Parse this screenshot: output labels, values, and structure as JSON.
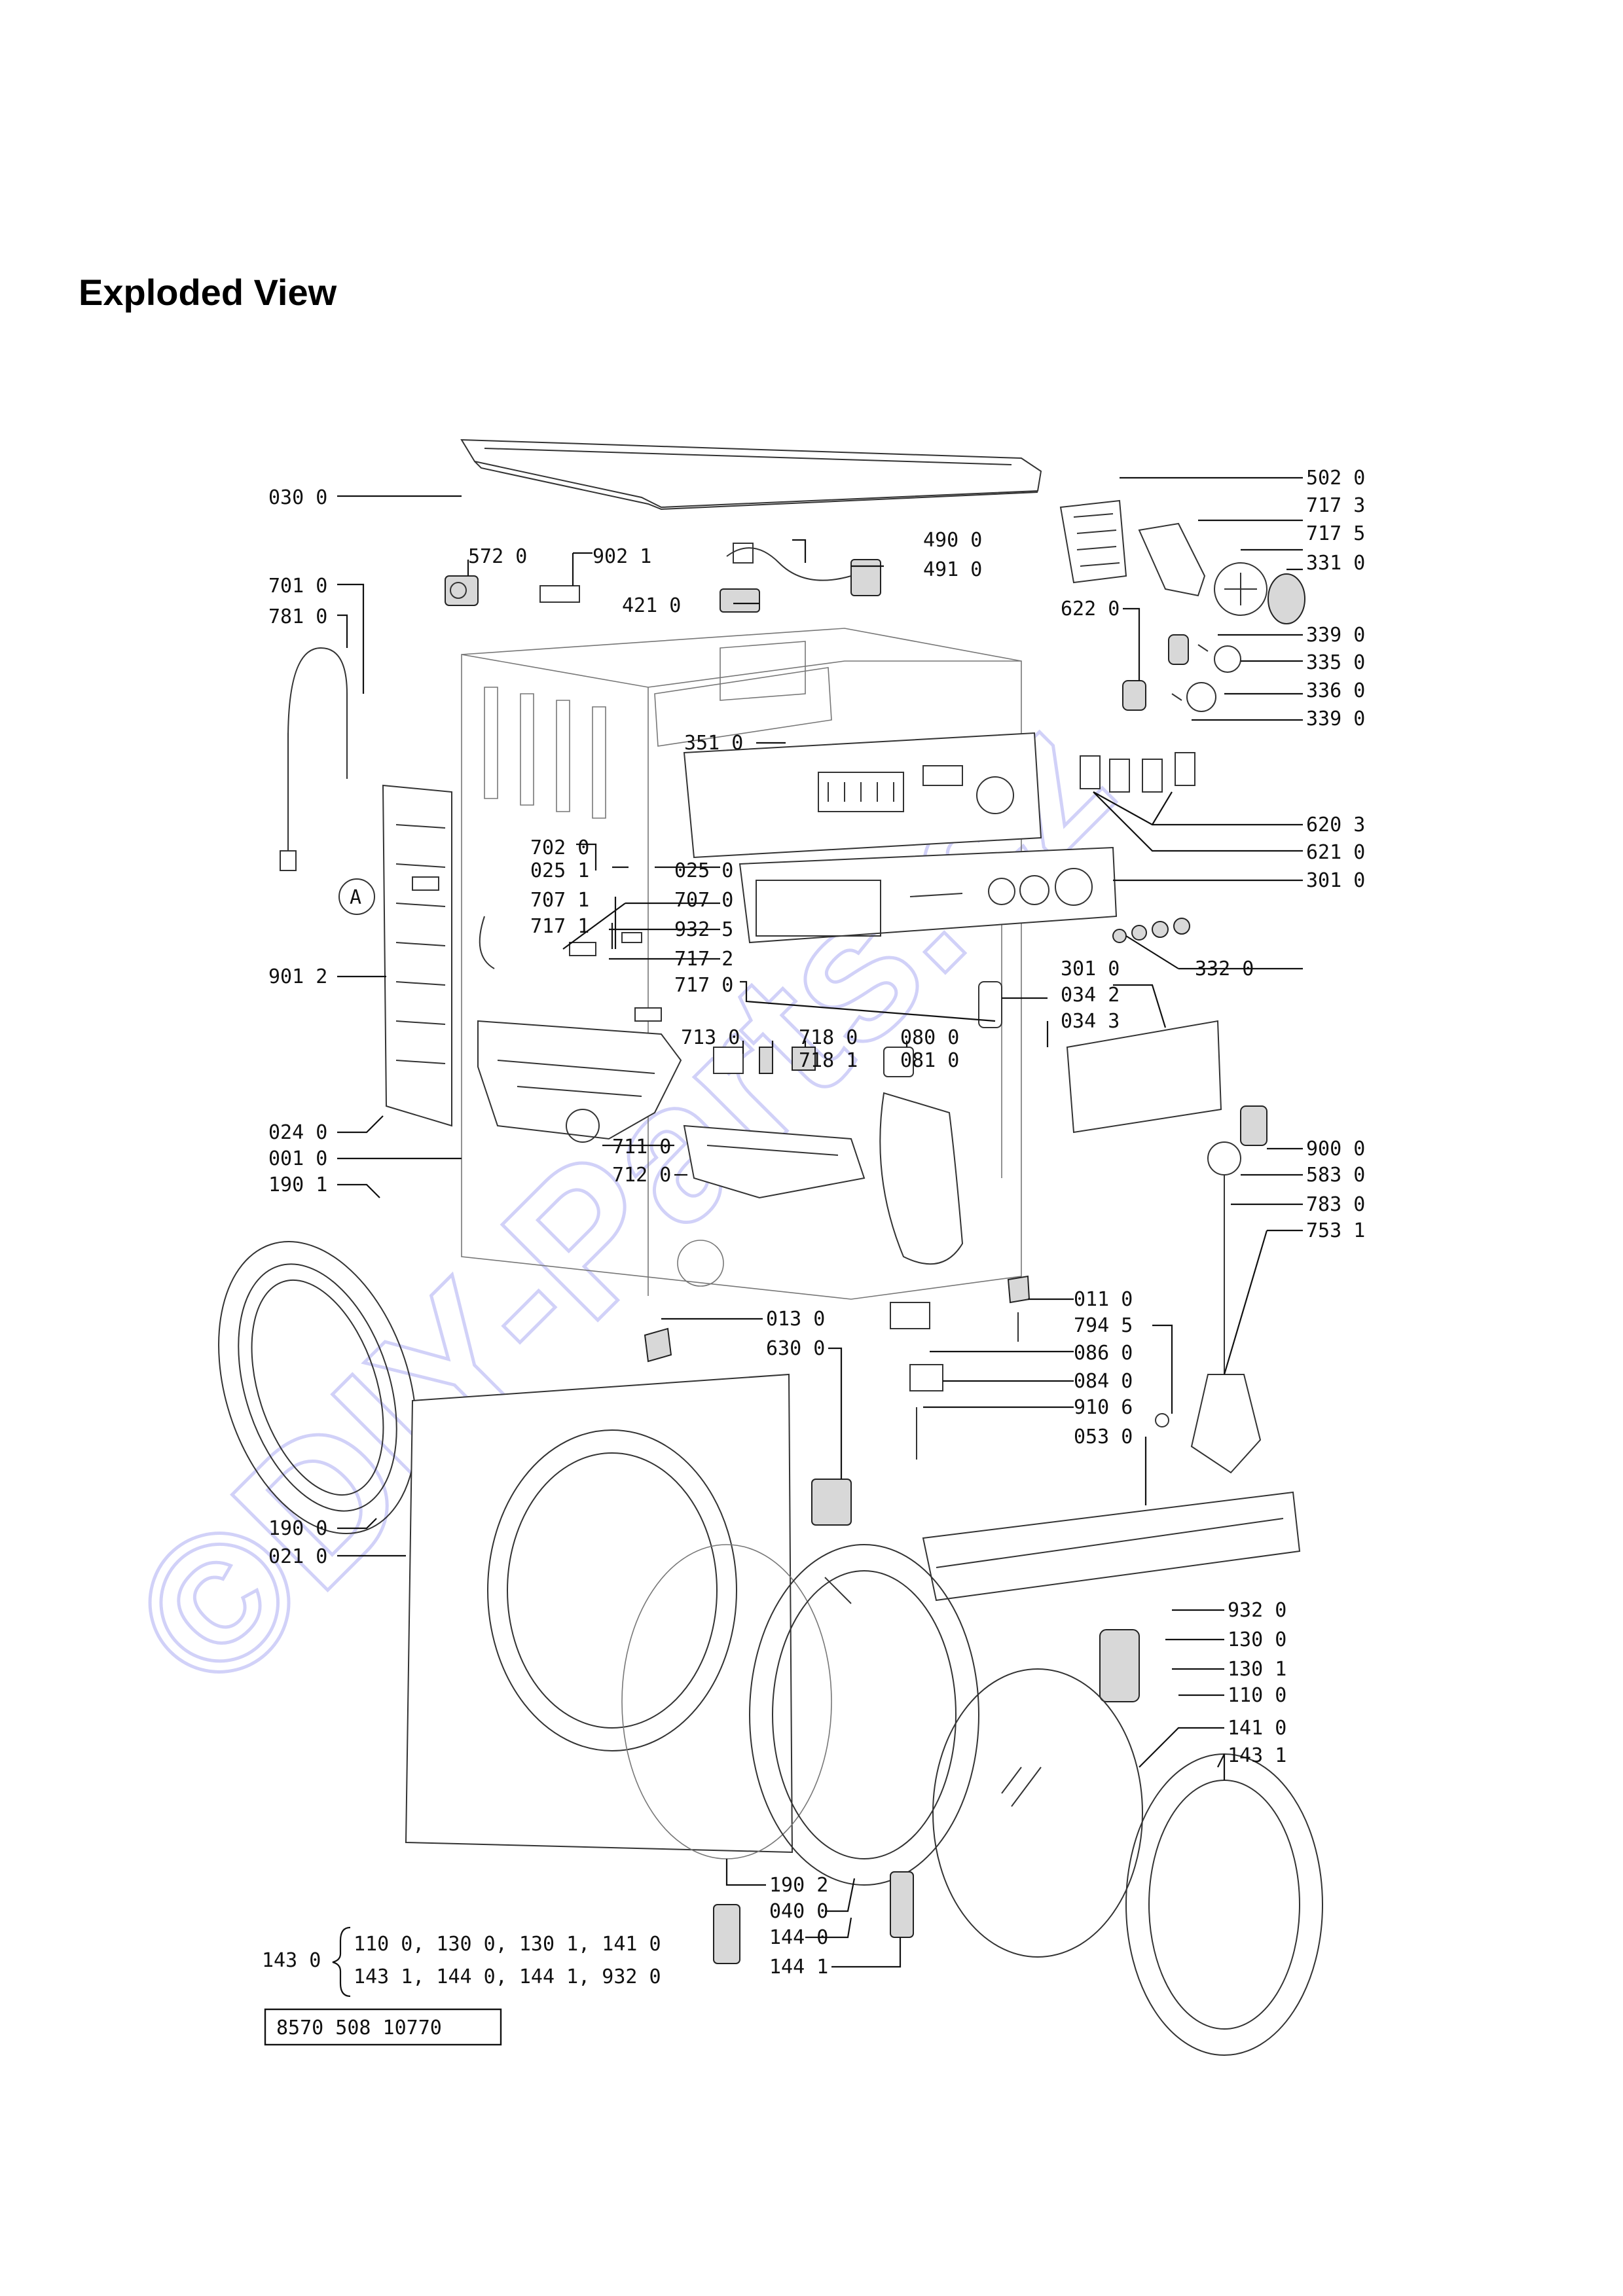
{
  "title": "Exploded View",
  "watermark": "©DIY-Parts.cz",
  "document_code": "8570 508 10770",
  "labels": {
    "l0300": "030 0",
    "l5720": "572 0",
    "l9021": "902 1",
    "l4900": "490 0",
    "l4910": "491 0",
    "l4210": "421 0",
    "l7010": "701 0",
    "l7810": "781 0",
    "l5020": "502 0",
    "l7173": "717 3",
    "l7175": "717 5",
    "l3310": "331 0",
    "l6220": "622 0",
    "l3390a": "339 0",
    "l3350": "335 0",
    "l3360": "336 0",
    "l3390b": "339 0",
    "l3510": "351 0",
    "l6203": "620 3",
    "l6210": "621 0",
    "l7020": "702 0",
    "l0251": "025 1",
    "l0250": "025 0",
    "l3010a": "301 0",
    "l7071": "707 1",
    "l7070": "707 0",
    "l7171": "717 1",
    "l9325": "932 5",
    "l9012": "901 2",
    "l7172": "717 2",
    "l7170": "717 0",
    "l3320": "332 0",
    "l3010b": "301 0",
    "l0342": "034 2",
    "l0343": "034 3",
    "l7130": "713 0",
    "l7180": "718 0",
    "l7181": "718 1",
    "l0800": "080 0",
    "l0810": "081 0",
    "l0240": "024 0",
    "l0010": "001 0",
    "l1901": "190 1",
    "l7110": "711 0",
    "l7120": "712 0",
    "l9000": "900 0",
    "l5830": "583 0",
    "l7830": "783 0",
    "l7531": "753 1",
    "l0110": "011 0",
    "l0130": "013 0",
    "l6300": "630 0",
    "l7945": "794 5",
    "l0860": "086 0",
    "l0840": "084 0",
    "l9106": "910 6",
    "l0530": "053 0",
    "l1900": "190 0",
    "l0210": "021 0",
    "l9320": "932 0",
    "l1300": "130 0",
    "l1301": "130 1",
    "l1100": "110 0",
    "l1410": "141 0",
    "l1431": "143 1",
    "l1902": "190 2",
    "l0400": "040 0",
    "l1440": "144 0",
    "l1441": "144 1",
    "circleA": "A"
  },
  "kit": {
    "label": "143 0",
    "line1": "110 0,  130 0,  130 1,  141 0",
    "line2": "143 1,  144 0,  144 1,  932 0"
  }
}
